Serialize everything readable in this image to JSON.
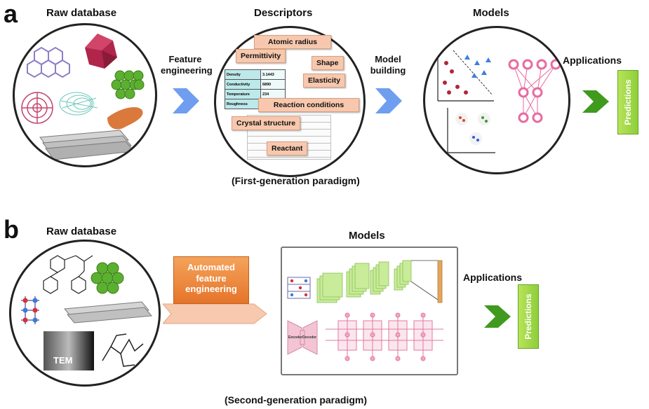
{
  "panel_a": {
    "letter": "a",
    "raw_database_title": "Raw database",
    "descriptors_title": "Descriptors",
    "models_title": "Models",
    "feature_engineering_label": [
      "Feature",
      "engineering"
    ],
    "model_building_label": [
      "Model",
      "building"
    ],
    "applications_label": "Applications",
    "predictions_label": "Predictions",
    "paradigm_caption": "(First-generation paradigm)",
    "descriptor_tags": [
      "Atomic radius",
      "Permittivity",
      "Shape",
      "Elasticity",
      "Reaction conditions",
      "Crystal structure",
      "Reactant"
    ],
    "descriptor_table": [
      [
        "Density",
        "3.1443"
      ],
      [
        "Conductivity",
        "6890"
      ],
      [
        "Temperature",
        "234"
      ],
      [
        "Roughness",
        ""
      ]
    ]
  },
  "panel_b": {
    "letter": "b",
    "raw_database_title": "Raw database",
    "tem_label": "TEM",
    "automated_label": [
      "Automated",
      "feature",
      "engineering"
    ],
    "models_title": "Models",
    "encoder_label": "Encoder",
    "decoder_label": "Decoder",
    "applications_label": "Applications",
    "predictions_label": "Predictions",
    "paradigm_caption": "(Second-generation paradigm)"
  },
  "colors": {
    "blue_arrow": "#6f9ef0",
    "green_arrow": "#3f9a1e",
    "orange_box": "#ea7d30",
    "tag_fill": "#f7c8ae",
    "prediction_green": "#9bd548",
    "nn_pink": "#e86aa0"
  }
}
